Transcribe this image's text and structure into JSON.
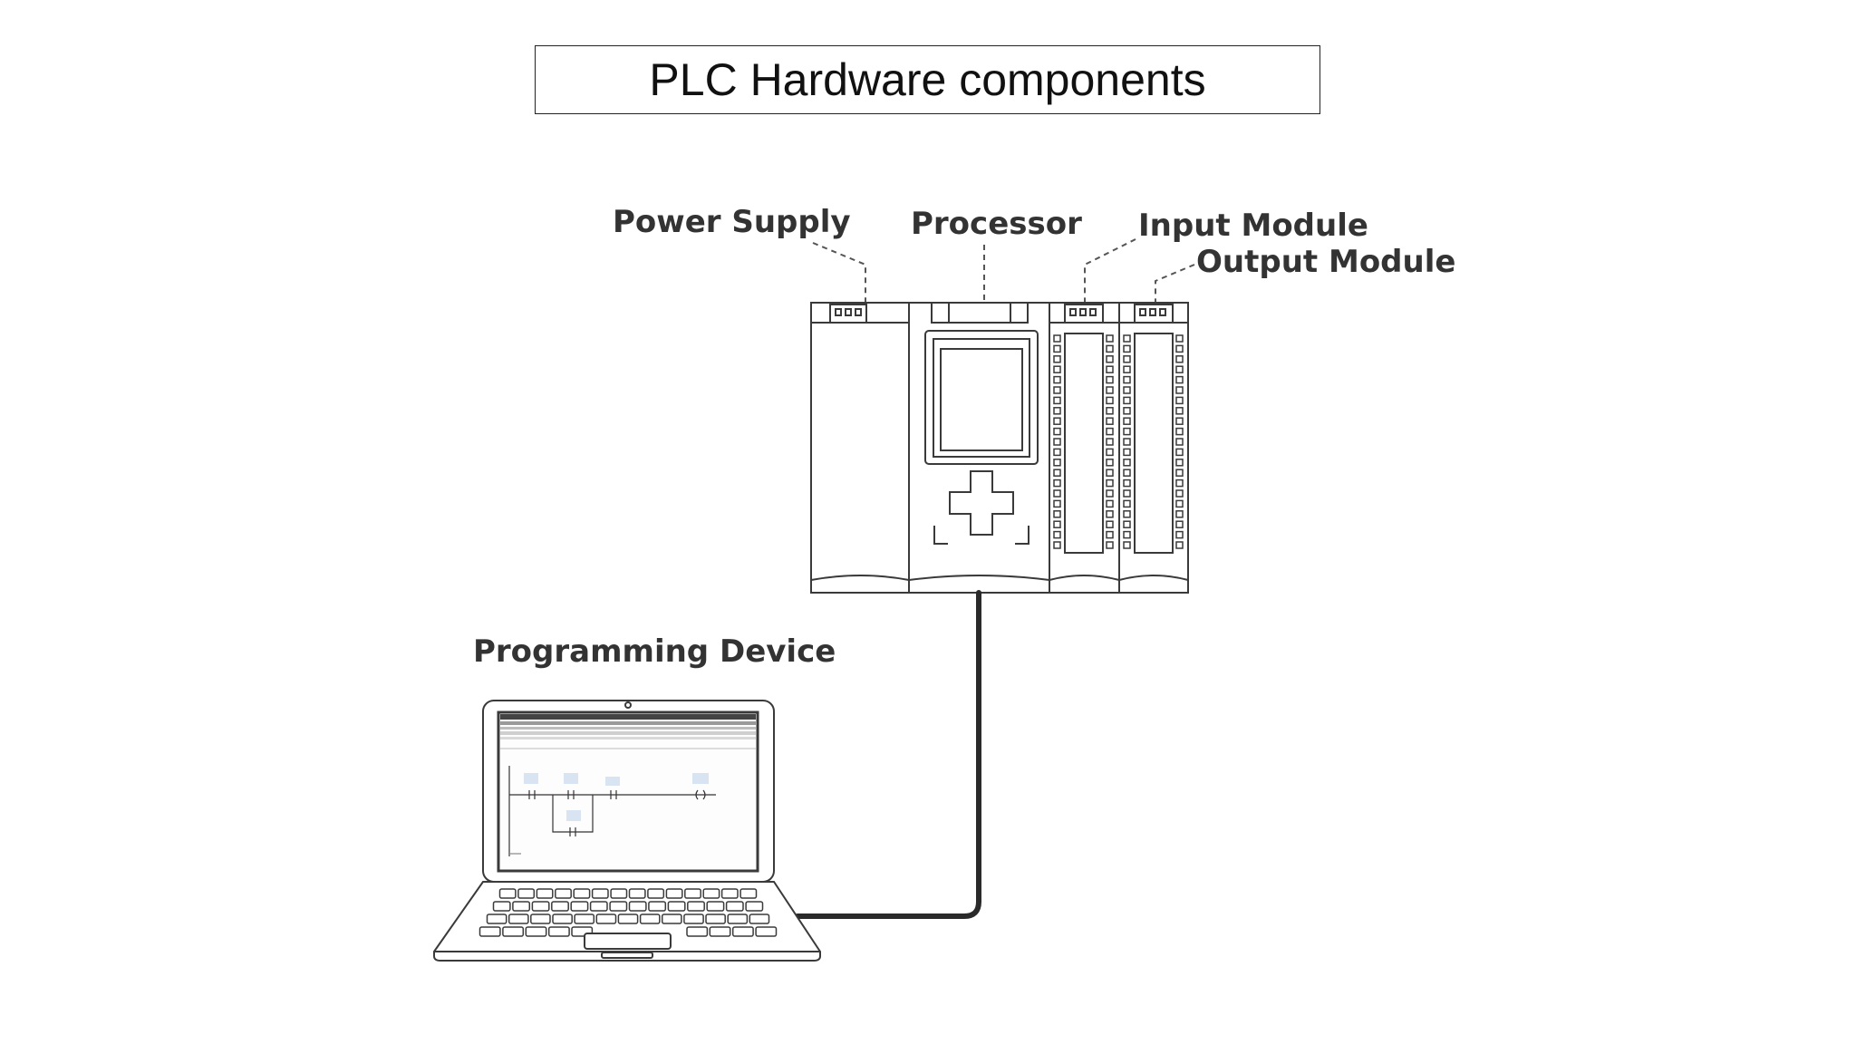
{
  "title": "PLC Hardware components",
  "labels": {
    "power_supply": "Power Supply",
    "processor": "Processor",
    "input_module": "Input Module",
    "output_module": "Output Module",
    "programming_device": "Programming Device"
  },
  "colors": {
    "line": "#3a3a3a",
    "cable": "#2a2a2a",
    "label": "#333333",
    "ladder_text": "#3a6fa8"
  }
}
